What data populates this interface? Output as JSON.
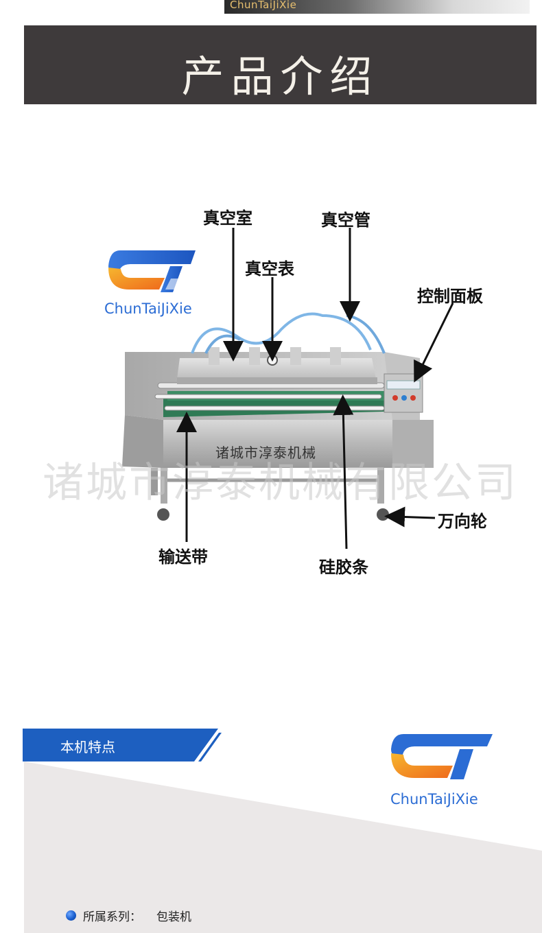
{
  "top_banner": {
    "text": "ChunTaiJiXie"
  },
  "section": {
    "title": "产品介绍"
  },
  "logo": {
    "text": "ChunTaiJiXie"
  },
  "callouts": {
    "vacuum_chamber": "真空室",
    "vacuum_tube": "真空管",
    "vacuum_gauge": "真空表",
    "control_panel": "控制面板",
    "caster": "万向轮",
    "conveyor": "输送带",
    "silicone_strip": "硅胶条"
  },
  "machine": {
    "plate_text": "诸城市淳泰机械"
  },
  "watermark": {
    "text": "诸城市淳泰机械有限公司"
  },
  "features": {
    "tab_label": "本机特点",
    "spec_label": "所属系列：",
    "spec_value": "包装机"
  },
  "colors": {
    "header_bg": "#3e3a3b",
    "tab_blue": "#1d5fc0",
    "logo_orange": "#f39a1e",
    "logo_blue": "#2b6cd4"
  }
}
